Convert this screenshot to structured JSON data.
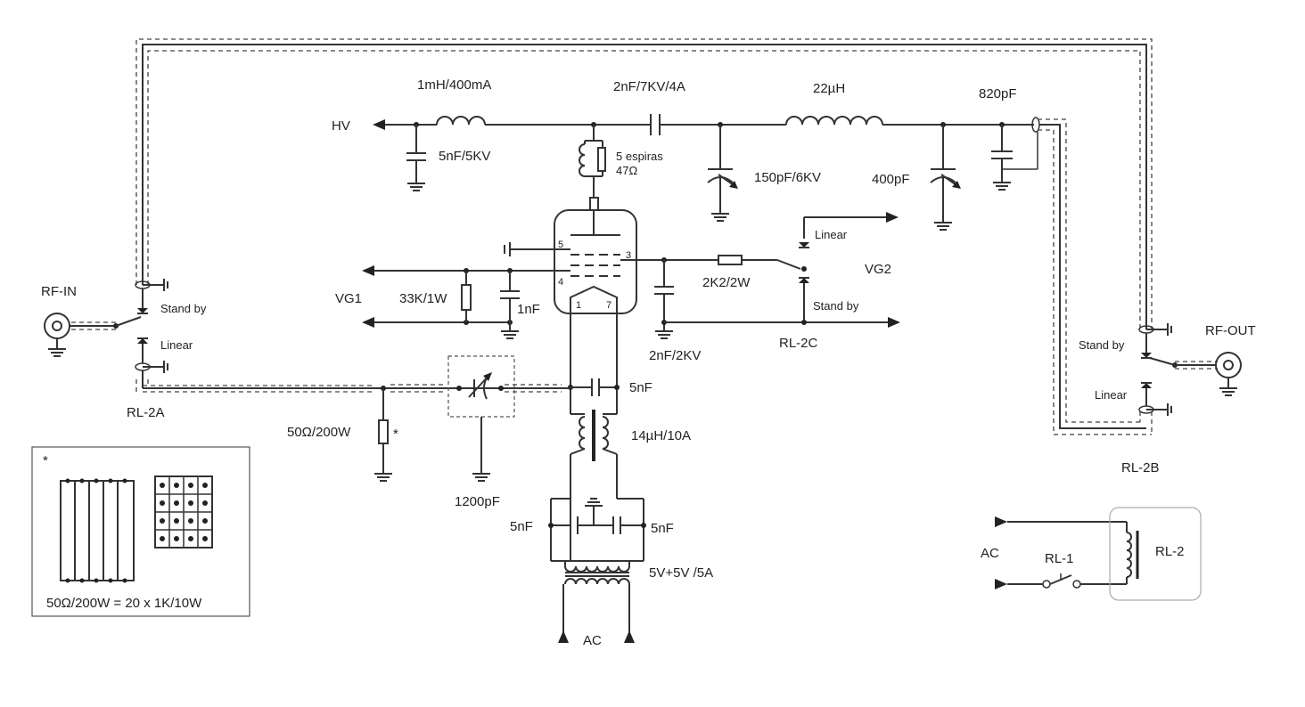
{
  "labels": {
    "hv": "HV",
    "choke_1mh": "1mH/400mA",
    "cap_5nf_5kv": "5nF/5KV",
    "cap_2nf_7kv": "2nF/7KV/4A",
    "coil_22uh": "22µH",
    "cap_820pf": "820pF",
    "parasitic_turns": "5 espiras",
    "parasitic_res": "47Ω",
    "tune_cap": "150pF/6KV",
    "load_cap": "400pF",
    "vg2": "VG2",
    "linear_top": "Linear",
    "res_2k2": "2K2/2W",
    "standby_top": "Stand by",
    "rl2c": "RL-2C",
    "cap_2nf_2kv": "2nF/2KV",
    "vg1": "VG1",
    "res_33k": "33K/1W",
    "cap_1nf": "1nF",
    "rf_in": "RF-IN",
    "standby_in": "Stand by",
    "linear_in": "Linear",
    "rl2a": "RL-2A",
    "dummy_load": "50Ω/200W",
    "asterisk": "*",
    "cap_1200pf": "1200pF",
    "cap_5nf_input": "5nF",
    "choke_14uh": "14µH/10A",
    "cap_5nf_left": "5nF",
    "cap_5nf_right": "5nF",
    "transformer": "5V+5V /5A",
    "ac_fil": "AC",
    "rf_out": "RF-OUT",
    "standby_out": "Stand by",
    "linear_out": "Linear",
    "rl2b": "RL-2B",
    "inset_asterisk": "*",
    "inset_caption": "50Ω/200W  = 20 x 1K/10W",
    "ac_relay": "AC",
    "rl1": "RL-1",
    "rl2": "RL-2",
    "pin_5": "5",
    "pin_3": "3",
    "pin_4": "4",
    "pin_1": "1",
    "pin_7": "7"
  }
}
